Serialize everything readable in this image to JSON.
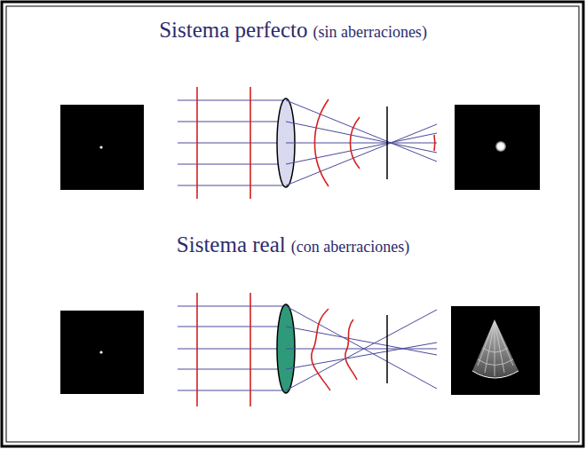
{
  "diagram": {
    "labels": [
      "Sistema perfecto",
      "(sin aberraciones)",
      "Sistema real",
      "(con aberraciones)"
    ]
  }
}
